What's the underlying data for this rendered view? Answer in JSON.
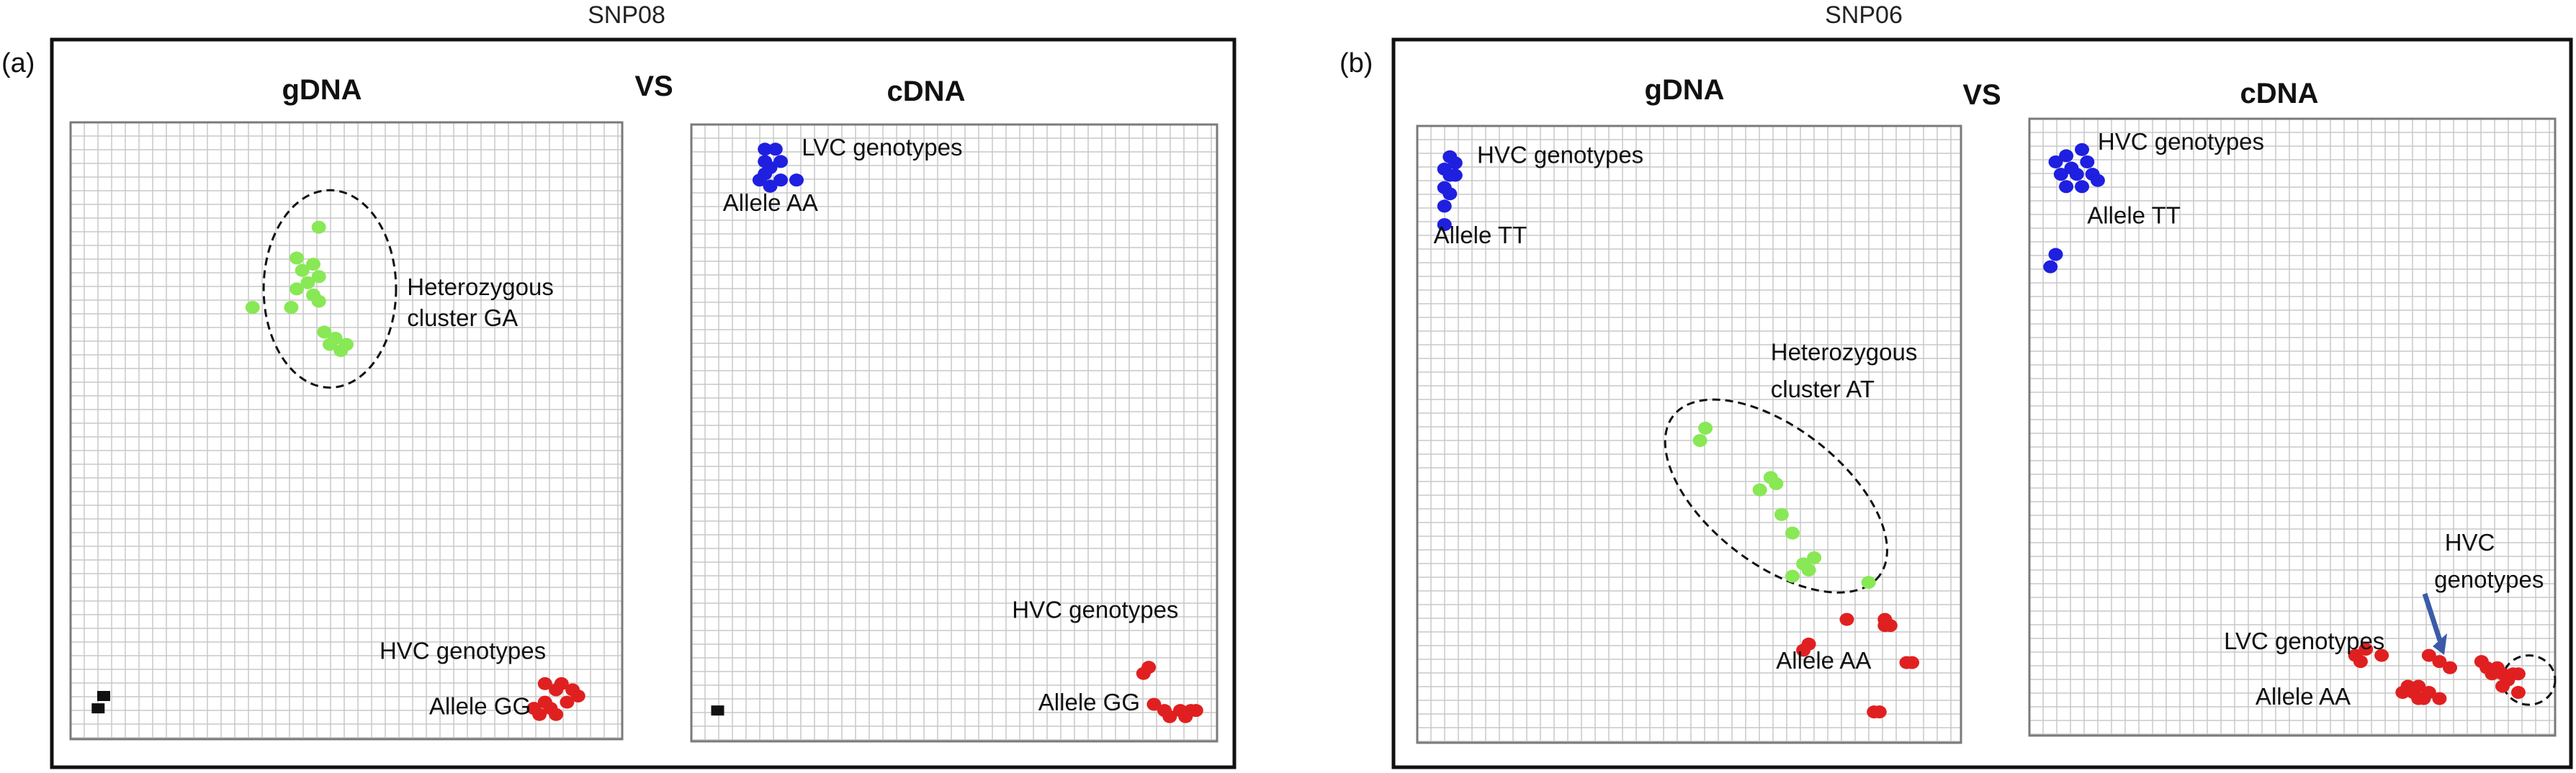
{
  "panels": [
    {
      "id": "a",
      "label": "(a)",
      "title": "SNP08",
      "left_title": "gDNA",
      "vs": "VS",
      "right_title": "cDNA"
    },
    {
      "id": "b",
      "label": "(b)",
      "title": "SNP06",
      "left_title": "gDNA",
      "vs": "VS",
      "right_title": "cDNA"
    }
  ],
  "colors": {
    "blue": "#1f1fe0",
    "green": "#88e855",
    "red": "#e02020",
    "black": "#111111",
    "grid": "#c8c8c8",
    "arrow": "#3b5ba8"
  },
  "chart_data": [
    {
      "type": "scatter",
      "panel": "a",
      "title": "gDNA",
      "xlim": [
        0,
        100
      ],
      "ylim": [
        0,
        100
      ],
      "grid": true,
      "series": [
        {
          "color": "#88e855",
          "points": [
            [
              45,
              83
            ],
            [
              41,
              78
            ],
            [
              42,
              76
            ],
            [
              44,
              77
            ],
            [
              45,
              75
            ],
            [
              43,
              74
            ],
            [
              41,
              73
            ],
            [
              44,
              72
            ],
            [
              40,
              70
            ],
            [
              45,
              71
            ],
            [
              33,
              70
            ],
            [
              46,
              66
            ],
            [
              48,
              65
            ],
            [
              47,
              64
            ],
            [
              49,
              63
            ],
            [
              50,
              64
            ]
          ]
        },
        {
          "color": "#e02020",
          "points": [
            [
              86,
              9
            ],
            [
              89,
              9
            ],
            [
              91,
              8
            ],
            [
              88,
              8
            ],
            [
              92,
              7
            ],
            [
              86,
              6
            ],
            [
              90,
              6
            ],
            [
              87,
              5
            ],
            [
              84,
              5
            ],
            [
              88,
              4
            ],
            [
              85,
              4
            ]
          ]
        },
        {
          "color": "#111111",
          "marker": "square",
          "points": [
            [
              6,
              7
            ],
            [
              5,
              5
            ]
          ]
        }
      ],
      "annotations": [
        {
          "text": "Heterozygous",
          "x": 61,
          "y": 72
        },
        {
          "text": "cluster GA",
          "x": 61,
          "y": 67
        },
        {
          "text": "HVC genotypes",
          "x": 56,
          "y": 13
        },
        {
          "text": "Allele GG",
          "x": 65,
          "y": 4
        }
      ],
      "ellipses": [
        {
          "cx": 47,
          "cy": 73,
          "rx": 12,
          "ry": 16
        }
      ]
    },
    {
      "type": "scatter",
      "panel": "a",
      "title": "cDNA",
      "xlim": [
        0,
        100
      ],
      "ylim": [
        0,
        100
      ],
      "grid": true,
      "series": [
        {
          "color": "#1f1fe0",
          "points": [
            [
              14,
              96
            ],
            [
              16,
              96
            ],
            [
              14,
              94
            ],
            [
              15,
              93
            ],
            [
              17,
              94
            ],
            [
              14,
              92
            ],
            [
              13,
              91
            ],
            [
              17,
              91
            ],
            [
              15,
              90
            ],
            [
              20,
              91
            ]
          ]
        },
        {
          "color": "#e02020",
          "points": [
            [
              87,
              12
            ],
            [
              86,
              11
            ],
            [
              88,
              6
            ],
            [
              90,
              5
            ],
            [
              93,
              5
            ],
            [
              95,
              5
            ],
            [
              91,
              4
            ],
            [
              94,
              4
            ],
            [
              96,
              5
            ]
          ]
        },
        {
          "color": "#111111",
          "marker": "square",
          "points": [
            [
              5,
              5
            ]
          ]
        }
      ],
      "annotations": [
        {
          "text": "LVC genotypes",
          "x": 21,
          "y": 95
        },
        {
          "text": "Allele AA",
          "x": 6,
          "y": 86
        },
        {
          "text": "HVC genotypes",
          "x": 61,
          "y": 20
        },
        {
          "text": "Allele GG",
          "x": 66,
          "y": 5
        }
      ],
      "ellipses": []
    },
    {
      "type": "scatter",
      "panel": "b",
      "title": "gDNA",
      "xlim": [
        0,
        100
      ],
      "ylim": [
        0,
        100
      ],
      "grid": true,
      "series": [
        {
          "color": "#1f1fe0",
          "points": [
            [
              6,
              95
            ],
            [
              7,
              94
            ],
            [
              5,
              93
            ],
            [
              6,
              92
            ],
            [
              7,
              92
            ],
            [
              5,
              90
            ],
            [
              6,
              89
            ],
            [
              5,
              87
            ],
            [
              5,
              84
            ]
          ]
        },
        {
          "color": "#88e855",
          "points": [
            [
              53,
              51
            ],
            [
              52,
              49
            ],
            [
              65,
              43
            ],
            [
              63,
              41
            ],
            [
              66,
              42
            ],
            [
              67,
              37
            ],
            [
              69,
              34
            ],
            [
              73,
              30
            ],
            [
              71,
              29
            ],
            [
              72,
              28
            ],
            [
              69,
              27
            ],
            [
              83,
              26
            ]
          ]
        },
        {
          "color": "#e02020",
          "points": [
            [
              79,
              20
            ],
            [
              86,
              20
            ],
            [
              87,
              19
            ],
            [
              86,
              19
            ],
            [
              72,
              16
            ],
            [
              71,
              15
            ],
            [
              91,
              13
            ],
            [
              90,
              13
            ],
            [
              84,
              5
            ],
            [
              85,
              5
            ]
          ]
        }
      ],
      "annotations": [
        {
          "text": "HVC genotypes",
          "x": 11,
          "y": 94
        },
        {
          "text": "Allele TT",
          "x": 3,
          "y": 81
        },
        {
          "text": "Heterozygous",
          "x": 65,
          "y": 62
        },
        {
          "text": "cluster AT",
          "x": 65,
          "y": 56
        },
        {
          "text": "Allele AA",
          "x": 66,
          "y": 12
        }
      ],
      "ellipses": [
        {
          "cx": 66,
          "cy": 40,
          "rx": 24,
          "ry": 11,
          "angle": 38
        }
      ]
    },
    {
      "type": "scatter",
      "panel": "b",
      "title": "cDNA",
      "xlim": [
        0,
        100
      ],
      "ylim": [
        0,
        100
      ],
      "grid": true,
      "series": [
        {
          "color": "#1f1fe0",
          "points": [
            [
              7,
              94
            ],
            [
              10,
              95
            ],
            [
              5,
              93
            ],
            [
              8,
              92
            ],
            [
              11,
              93
            ],
            [
              6,
              91
            ],
            [
              9,
              91
            ],
            [
              12,
              91
            ],
            [
              7,
              89
            ],
            [
              10,
              89
            ],
            [
              13,
              90
            ],
            [
              5,
              78
            ],
            [
              4,
              76
            ]
          ]
        },
        {
          "color": "#e02020",
          "points": [
            [
              62,
              13
            ],
            [
              64,
              14
            ],
            [
              63,
              12
            ],
            [
              67,
              13
            ],
            [
              76,
              13
            ],
            [
              78,
              12
            ],
            [
              86,
              12
            ],
            [
              80,
              11
            ],
            [
              87,
              11
            ],
            [
              88,
              10
            ],
            [
              89,
              11
            ],
            [
              90,
              10
            ],
            [
              92,
              10
            ],
            [
              93,
              10
            ],
            [
              91,
              9
            ],
            [
              90,
              8
            ],
            [
              93,
              7
            ],
            [
              72,
              8
            ],
            [
              71,
              7
            ],
            [
              73,
              7
            ],
            [
              74,
              6
            ],
            [
              75,
              6
            ],
            [
              74,
              8
            ],
            [
              78,
              6
            ],
            [
              76,
              7
            ]
          ]
        }
      ],
      "annotations": [
        {
          "text": "HVC genotypes",
          "x": 13,
          "y": 95
        },
        {
          "text": "Allele TT",
          "x": 11,
          "y": 83
        },
        {
          "text": "HVC",
          "x": 79,
          "y": 30
        },
        {
          "text": "genotypes",
          "x": 77,
          "y": 24
        },
        {
          "text": "LVC genotypes",
          "x": 37,
          "y": 14
        },
        {
          "text": "Allele AA",
          "x": 43,
          "y": 5
        }
      ],
      "ellipses": [
        {
          "cx": 95,
          "cy": 9,
          "rx": 5,
          "ry": 4
        }
      ]
    }
  ]
}
